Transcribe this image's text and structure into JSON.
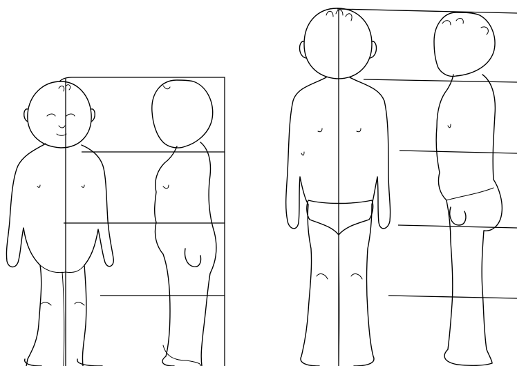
{
  "figure": {
    "panels": [
      {
        "id": "infant",
        "views": [
          "front",
          "side"
        ]
      },
      {
        "id": "toddler",
        "views": [
          "front",
          "side"
        ]
      }
    ]
  }
}
